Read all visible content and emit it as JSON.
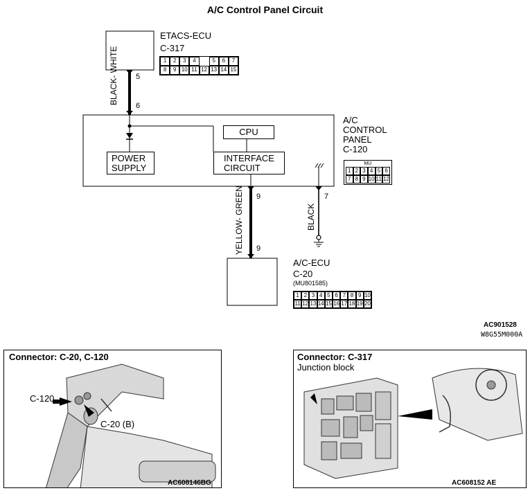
{
  "title": "A/C Control Panel Circuit",
  "etacs": {
    "name": "ETACS-ECU",
    "connector": "C-317",
    "pins_top": [
      "1",
      "2",
      "3",
      "4",
      "",
      "5",
      "6",
      "7"
    ],
    "pins_bottom": [
      "8",
      "9",
      "10",
      "11",
      "12",
      "13",
      "14",
      "15"
    ]
  },
  "wire_top": {
    "color": "BLACK- WHITE",
    "pin_upper": "5",
    "pin_lower": "6"
  },
  "panel": {
    "name_lines": [
      "A/C",
      "CONTROL",
      "PANEL"
    ],
    "connector": "C-120",
    "cpu": "CPU",
    "power_supply_lines": [
      "POWER",
      "SUPPLY"
    ],
    "interface_lines": [
      "INTERFACE",
      "CIRCUIT"
    ],
    "connector_pins_top": [
      "1",
      "2",
      "3",
      "4",
      "5",
      "6"
    ],
    "connector_pins_bottom": [
      "7",
      "8",
      "9",
      "10",
      "11",
      "12"
    ],
    "connector_tag": "MU"
  },
  "wire_mid": {
    "color": "YELLOW- GREEN",
    "pin_upper": "9",
    "pin_lower": "9"
  },
  "wire_gnd": {
    "color": "BLACK",
    "pin": "7"
  },
  "ac_ecu": {
    "name": "A/C-ECU",
    "connector": "C-20",
    "part": "(MU801585)",
    "pins_top": [
      "1",
      "2",
      "3",
      "4",
      "5",
      "6",
      "7",
      "8",
      "9",
      "10"
    ],
    "pins_bottom": [
      "11",
      "12",
      "13",
      "14",
      "15",
      "16",
      "17",
      "18",
      "19",
      "20"
    ]
  },
  "diagram_refs": {
    "ref1": "AC901528",
    "ref2": "W8G55M000A"
  },
  "photo_left": {
    "heading": "Connector: C-20, C-120",
    "callout_c120": "C-120",
    "callout_c20": "C-20 (B)",
    "ref": "AC608146BG"
  },
  "photo_right": {
    "heading": "Connector: C-317",
    "subheading": "Junction block",
    "ref": "AC608152 AE"
  }
}
